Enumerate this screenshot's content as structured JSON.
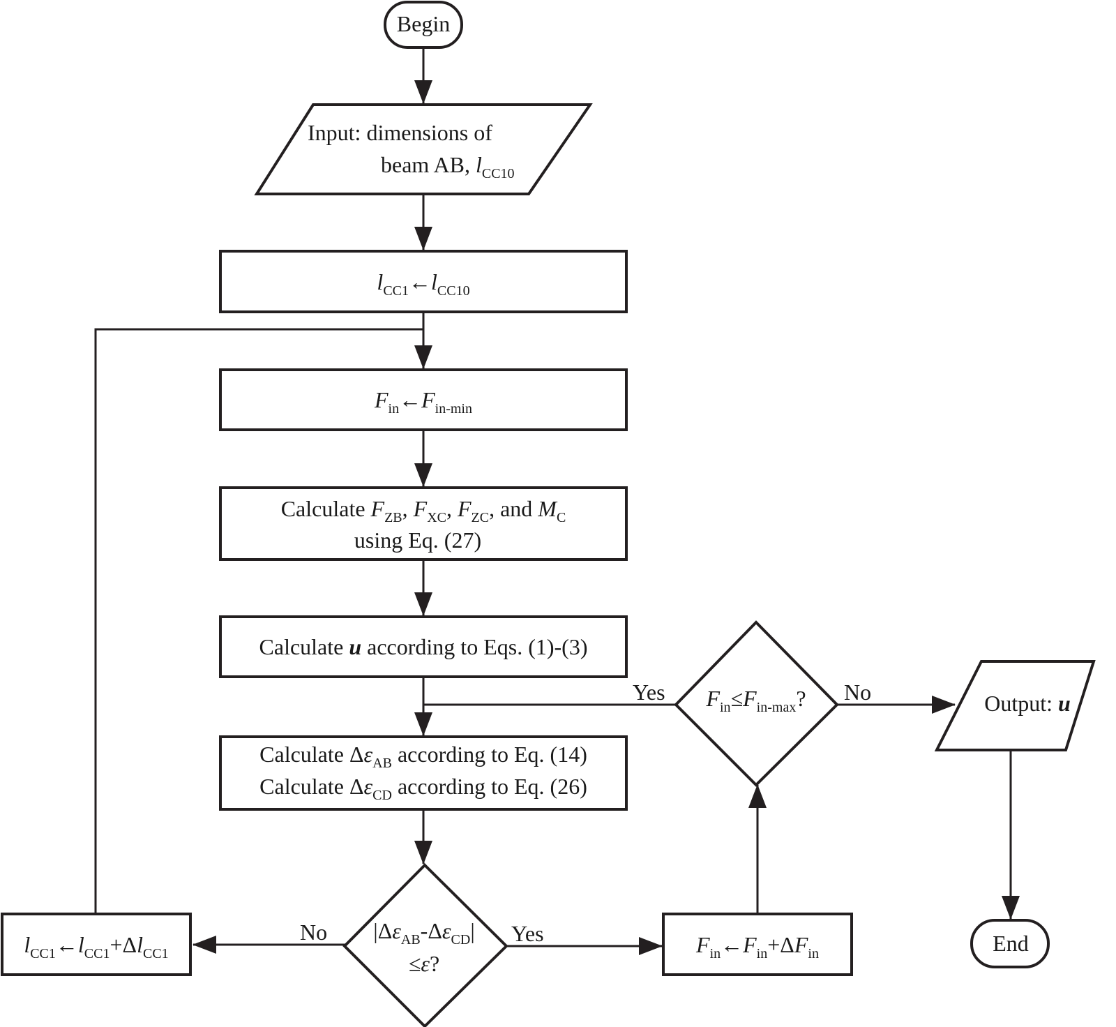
{
  "nodes": {
    "begin": "Begin",
    "input": {
      "line1": "Input: dimensions of",
      "line2": "beam AB, ",
      "var": "l",
      "var_sub": "CC10"
    },
    "init_l": {
      "a": "l",
      "a_sub": "CC1",
      "arrow": "←",
      "b": "l",
      "b_sub": "CC10"
    },
    "init_f": {
      "a": "F",
      "a_sub": "in",
      "arrow": "←",
      "b": "F",
      "b_sub": "in-min"
    },
    "calc_forces": {
      "prefix": "Calculate ",
      "f1": "F",
      "f1_sub": "ZB",
      "sep1": ", ",
      "f2": "F",
      "f2_sub": "XC",
      "sep2": ", ",
      "f3": "F",
      "f3_sub": "ZC",
      "sep3": ", and ",
      "m": "M",
      "m_sub": "C",
      "line2": "using Eq. (27)"
    },
    "calc_u": {
      "prefix": "Calculate ",
      "u": "u",
      "suffix": " according to Eqs. (1)-(3)"
    },
    "calc_eps": {
      "l1_prefix": "Calculate Δ",
      "l1_eps": "ε",
      "l1_sub": "AB",
      "l1_suffix": " according to Eq. (14)",
      "l2_prefix": "Calculate Δ",
      "l2_eps": "ε",
      "l2_sub": "CD",
      "l2_suffix": " according to Eq. (26)"
    },
    "decision_eps": {
      "l1_a": "|Δ",
      "eps1": "ε",
      "sub1": "AB",
      "mid": "-Δ",
      "eps2": "ε",
      "sub2": "CD",
      "l1_end": "|",
      "l2_a": "≤",
      "eps3": "ε",
      "l2_end": "?"
    },
    "update_l": {
      "a": "l",
      "a_sub": "CC1",
      "arrow": "←",
      "b": "l",
      "b_sub": "CC1",
      "plus": "+Δ",
      "c": "l",
      "c_sub": "CC1"
    },
    "update_f": {
      "a": "F",
      "a_sub": "in",
      "arrow": "←",
      "b": "F",
      "b_sub": "in",
      "plus": "+Δ",
      "c": "F",
      "c_sub": "in"
    },
    "decision_f": {
      "a": "F",
      "a_sub": "in",
      "op": "≤",
      "b": "F",
      "b_sub": "in-max",
      "end": "?"
    },
    "output": {
      "prefix": "Output: ",
      "u": "u"
    },
    "end": "End"
  },
  "edge_labels": {
    "eps_no": "No",
    "eps_yes": "Yes",
    "f_yes": "Yes",
    "f_no": "No"
  }
}
